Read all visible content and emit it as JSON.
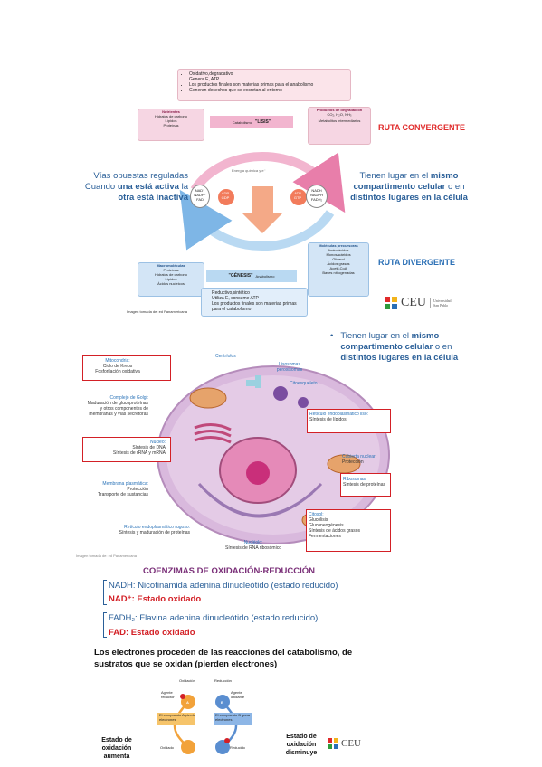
{
  "top_props": [
    "Oxidativo,degradativo",
    "Genera E, ATP",
    "Los productos finales son materias primas para el anabolismo",
    "Generan desechos que se excretan al entorno"
  ],
  "nutrients": {
    "title": "Nutrientes",
    "items": [
      "Hidratos de carbono",
      "Lípidos",
      "Proteínas"
    ]
  },
  "catabolism_label": "Catabolismo",
  "lisis": "\"LISIS\"",
  "degradation": {
    "title": "Productos de degradación",
    "items": [
      "CO₂, H₂O, NH₃"
    ],
    "metabolites": "Metabolitos intermediarios"
  },
  "ruta_convergente": "RUTA CONVERGENTE",
  "energy_label": "Energía química y e⁻",
  "left_text": {
    "l1": "Vías opuestas reguladas",
    "l2a": "Cuando ",
    "l2b": "una está activa",
    "l2c": " la",
    "l3": "otra está inactiva"
  },
  "right_text": {
    "p1": "Tienen lugar en el ",
    "p2": "mismo",
    "p3": "compartimento celular",
    "p4": " o en",
    "p5": "distintos lugares en la célula"
  },
  "coenzymes_left": [
    "NAD⁺",
    "NADP⁺",
    "FAD"
  ],
  "adp": [
    "ADP",
    "GDP"
  ],
  "atp": [
    "ATP",
    "GTP"
  ],
  "coenzymes_right": [
    "NADH",
    "NADPH",
    "FADH₂"
  ],
  "precursors": {
    "title": "Moléculas precursoras",
    "items": [
      "Aminoácidos",
      "Monosacáridos",
      "Glicerol",
      "Ácidos grasos",
      "Acetil-CoA",
      "Bases nitrogenadas"
    ]
  },
  "ruta_divergente": "RUTA DIVERGENTE",
  "macro": {
    "title": "Macromoléculas",
    "items": [
      "Proteínas",
      "Hidratos de carbono",
      "Lípidos",
      "Ácidos nucleicos"
    ]
  },
  "genesis": "\"GÉNESIS\"",
  "anabolism_label": "Anabolismo",
  "bottom_props": [
    "Reductivo,sintético",
    "Utiliza E, consume ATP",
    "Los productos finales son materias primas para el catabolismo"
  ],
  "credit1": "Imagen tomada de: ed Panamericana",
  "ceu": {
    "name": "CEU",
    "sub1": "Universidad",
    "sub2": "San Pablo"
  },
  "bullet2": {
    "p1": "Tienen lugar en el ",
    "p2": "mismo",
    "p3": "compartimento celular",
    "p4": " o en",
    "p5": "distintos lugares en la célula"
  },
  "cell_labels": {
    "centriolos": "Centríolos",
    "lisosomas": "Lisosomas peroxisomas",
    "citoesqueleto": "Citoesqueleto",
    "mito_t": "Mitocondria:",
    "mito_d1": "Ciclo de Krebs",
    "mito_d2": "Fosforilación oxidativa",
    "golgi_t": "Complejo de Golgi:",
    "golgi_d1": "Maduración de glucoproteínas",
    "golgi_d2": "y otros componentes de",
    "golgi_d3": "membranas y vías secretoras",
    "nucleo_t": "Núcleo:",
    "nucleo_d1": "Síntesis de DNA",
    "nucleo_d2": "Síntesis de rRNA y mRNA",
    "membrana_t": "Membrana plasmática:",
    "membrana_d1": "Protección",
    "membrana_d2": "Transporte de sustancias",
    "rer_t": "Retículo endoplasmático rugoso:",
    "rer_d": "Síntesis y maduración de proteínas",
    "nucleolo_t": "Nucléolo:",
    "nucleolo_d": "Síntesis de RNA ribosómico",
    "rel_t": "Retículo endoplasmático liso:",
    "rel_d": "Síntesis de lípidos",
    "pared_t": "Cubierta nuclear:",
    "pared_d": "Protección",
    "ribo_t": "Ribosomas:",
    "ribo_d": "Síntesis de proteínas",
    "citosol_t": "Citosol:",
    "citosol_d1": "Glucólisis",
    "citosol_d2": "Gluconeogénesis",
    "citosol_d3": "Síntesis de ácidos grasos",
    "citosol_d4": "Fermentaciones"
  },
  "credit2": "Imagen tomada de: ed Panamericana",
  "coenz_title": "COENZIMAS DE OXIDACIÓN-REDUCCIÓN",
  "nadh_line": "NADH: Nicotinamida adenina dinucleótido (estado reducido)",
  "nad_line": "NAD⁺: Estado oxidado",
  "fadh_line": "FADH₂: Flavina adenina dinucleótido (estado reducido)",
  "fad_line": "FAD: Estado oxidado",
  "electrons_text": "Los electrones proceden de las reacciones del catabolismo, de sustratos que se oxidan (pierden electrones)",
  "redox": {
    "oxidacion": "Oxidación",
    "reduccion": "Reducción",
    "agente_reductor": "Agente reductor",
    "agente_oxidante": "Agente oxidante",
    "pierde": "El compuesto A pierde electrones",
    "gana": "El compuesto B gana electrones",
    "oxidado": "Oxidado",
    "reducido": "Reducido",
    "a": "A",
    "b": "B"
  },
  "estado_aumenta": "Estado de oxidación aumenta",
  "estado_disminuye": "Estado de oxidación disminuye",
  "ceu2": "CEU"
}
